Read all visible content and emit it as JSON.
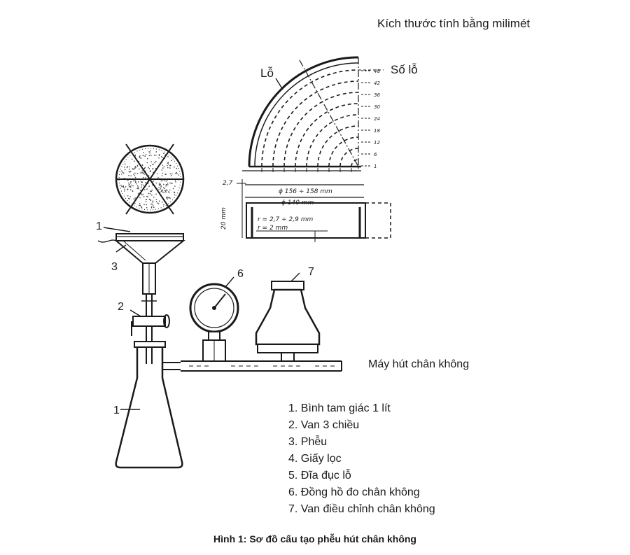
{
  "header": {
    "units_note": "Kích thước tính bằng milimét"
  },
  "plate_detail": {
    "hole_label": "Lỗ",
    "hole_count_label": "Số lỗ",
    "ring_hole_counts": [
      "48",
      "42",
      "36",
      "30",
      "24",
      "18",
      "12",
      "6",
      "1"
    ],
    "dim_outer": "ϕ 156 ÷ 158 mm",
    "dim_inner": "ϕ 140 mm",
    "dim_thickness": "2,7",
    "dim_height": "20 mm",
    "dim_radius_1": "r = 2,7 ÷ 2,9 mm",
    "dim_radius_2": "r = 2 mm"
  },
  "assembly": {
    "part_numbers": [
      "1",
      "3",
      "2",
      "6",
      "7",
      "1"
    ],
    "vacuum_pump_label": "Máy hút chân không"
  },
  "legend": [
    "1. Bình tam giác 1 lít",
    "2. Van 3 chiều",
    "3. Phễu",
    "4. Giấy lọc",
    "5. Đĩa đục lỗ",
    "6. Đồng hồ đo chân không",
    "7. Van điều chỉnh chân không"
  ],
  "caption": "Hình 1: Sơ đồ cấu tạo phễu hút chân không"
}
